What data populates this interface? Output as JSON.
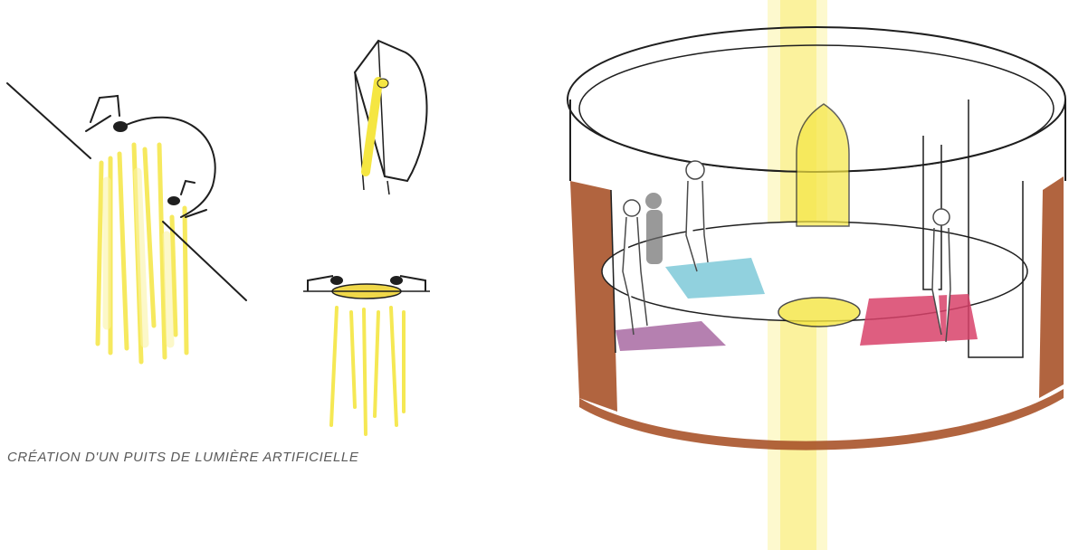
{
  "caption": "CRÉATION D'UN PUITS DE LUMIÈRE ARTIFICIELLE",
  "colors": {
    "light_yellow": "#f5e642",
    "pale_yellow": "#fbf4a6",
    "ink": "#1f1f1f",
    "wall_brown": "#a8532a",
    "mat_blue": "#7ec9d8",
    "mat_purple": "#a86aa2",
    "mat_red": "#d8426a",
    "figure_gray": "#6e6e6e"
  },
  "icons": [
    "projector-light-sketch",
    "ceiling-light-sketch",
    "round-light-sketch",
    "yoga-room-section"
  ]
}
